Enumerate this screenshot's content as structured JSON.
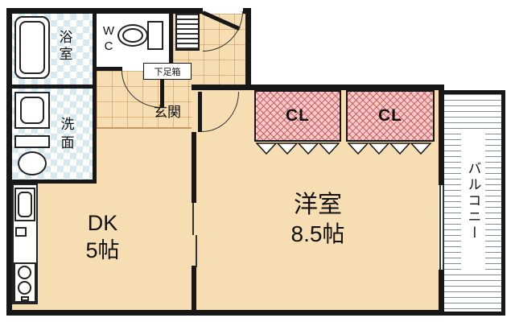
{
  "rooms": {
    "bathroom": {
      "label": "浴室"
    },
    "wc": {
      "label": "WC"
    },
    "washroom": {
      "label": "洗面"
    },
    "entrance": {
      "label": "玄関"
    },
    "shoe_cabinet": {
      "label": "下足箱"
    },
    "dk": {
      "label": "DK",
      "size": "5帖"
    },
    "western": {
      "label": "洋室",
      "size": "8.5帖"
    },
    "closet_left": {
      "label": "CL"
    },
    "closet_right": {
      "label": "CL"
    },
    "balcony": {
      "label": "バルコニー"
    }
  },
  "colors": {
    "floor": "#f7ddb2",
    "tile": "#d7e9f0",
    "closet_fill": "#f6caca",
    "closet_line": "#c85050",
    "wall": "#171717"
  }
}
